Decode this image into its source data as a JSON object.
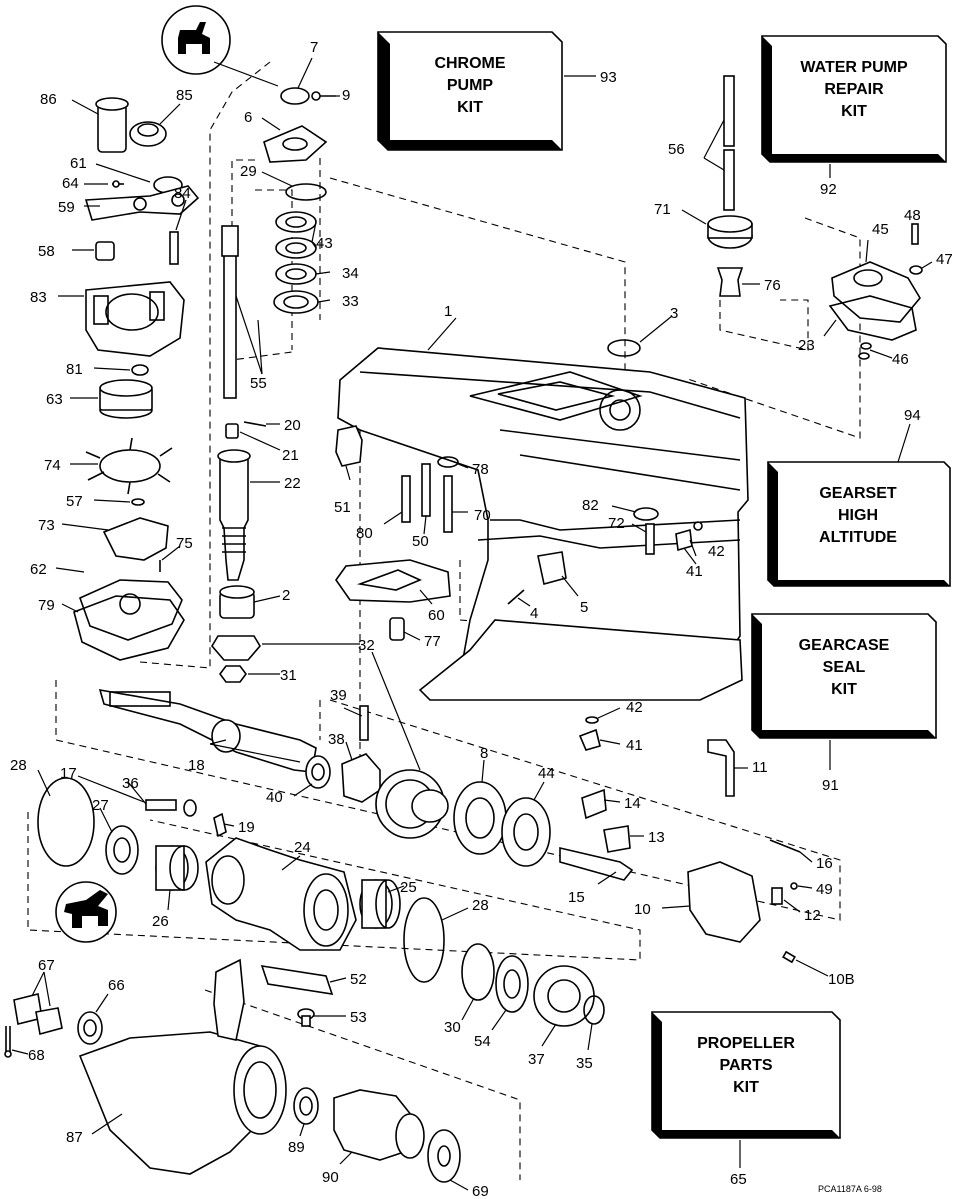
{
  "kits": {
    "chrome_pump": "CHROME\nPUMP\nKIT",
    "water_pump_repair": "WATER PUMP\nREPAIR\nKIT",
    "gearset_high_altitude": "GEARSET\nHIGH\nALTITUDE",
    "gearcase_seal": "GEARCASE\nSEAL\nKIT",
    "propeller_parts": "PROPELLER\nPARTS\nKIT"
  },
  "part_numbers": [
    "1",
    "2",
    "3",
    "4",
    "5",
    "6",
    "7",
    "8",
    "9",
    "10",
    "10B",
    "11",
    "12",
    "13",
    "14",
    "15",
    "16",
    "17",
    "18",
    "19",
    "20",
    "21",
    "22",
    "23",
    "24",
    "25",
    "26",
    "27",
    "28",
    "28",
    "29",
    "30",
    "31",
    "32",
    "33",
    "34",
    "35",
    "36",
    "37",
    "38",
    "39",
    "40",
    "41",
    "41",
    "42",
    "42",
    "43",
    "44",
    "45",
    "46",
    "47",
    "48",
    "49",
    "50",
    "51",
    "52",
    "53",
    "54",
    "55",
    "56",
    "57",
    "58",
    "59",
    "60",
    "61",
    "62",
    "63",
    "64",
    "65",
    "66",
    "67",
    "68",
    "69",
    "70",
    "71",
    "72",
    "73",
    "74",
    "75",
    "76",
    "77",
    "78",
    "79",
    "80",
    "81",
    "82",
    "83",
    "84",
    "85",
    "86",
    "87",
    "89",
    "90",
    "91",
    "92",
    "93",
    "94"
  ],
  "footer": "PCA1187A 6-98"
}
